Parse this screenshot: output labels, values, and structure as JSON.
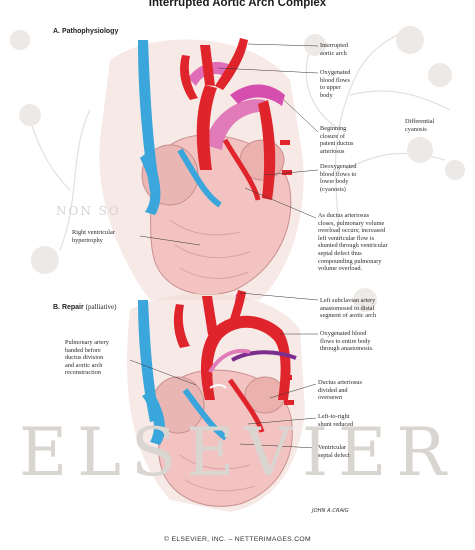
{
  "title": "Interrupted Aortic Arch Complex",
  "section_a": {
    "label": "A. Pathophysiology"
  },
  "section_b": {
    "label": "B. Repair",
    "qualifier": "(palliative)"
  },
  "labels_a": {
    "interrupted_arch": [
      "Interrupted",
      "aortic arch"
    ],
    "oxygenated_upper": [
      "Oxygenated",
      "blood flows",
      "to upper",
      "body"
    ],
    "differential_cyanosis": [
      "Differential",
      "cyanosis"
    ],
    "ductus_closure": [
      "Beginning",
      "closure of",
      "patent ductus",
      "arteriosus"
    ],
    "deoxygenated_lower": [
      "Deoxygenated",
      "blood flows to",
      "lower body",
      "(cyanosis)"
    ],
    "rv_hypertrophy": [
      "Right ventricular",
      "hypertrophy"
    ],
    "ductus_closes": [
      "As ductus arteriosus",
      "closes, pulmonary volume",
      "overload occurs; increased",
      "left ventricular flow is",
      "shunted through ventricular",
      "septal defect thus",
      "compounding pulmonary",
      "volume overload."
    ]
  },
  "labels_b": {
    "subclavian_anastomosis": [
      "Left subclavian artery",
      "anastomosed to distal",
      "segment of aortic arch"
    ],
    "oxygenated_entire": [
      "Oxygenated blood",
      "flows to entire body",
      "through anastomosis."
    ],
    "pa_banded": [
      "Pulmonary artery",
      "banded before",
      "ductus division",
      "and aortic arch",
      "reconstruction"
    ],
    "ductus_divided": [
      "Ductus arteriosus",
      "divided and",
      "oversewn"
    ],
    "shunt_reduced": [
      "Left-to-right",
      "shunt reduced"
    ],
    "vsd": [
      "Ventricular",
      "septal defect"
    ]
  },
  "watermark": {
    "big": "ELSEVIER",
    "stamp": "NON SO"
  },
  "signature": "JOHN A.CRAIG",
  "footer": "© ELSEVIER, INC. – NETTERIMAGES.COM",
  "colors": {
    "artery_red": "#e0242c",
    "vein_blue": "#3aa6dc",
    "ductus_magenta": "#d74fae",
    "heart_pink": "#f2c3c1",
    "purple_band": "#7b2d8e",
    "watermark_gray": "#d9d5d1"
  }
}
